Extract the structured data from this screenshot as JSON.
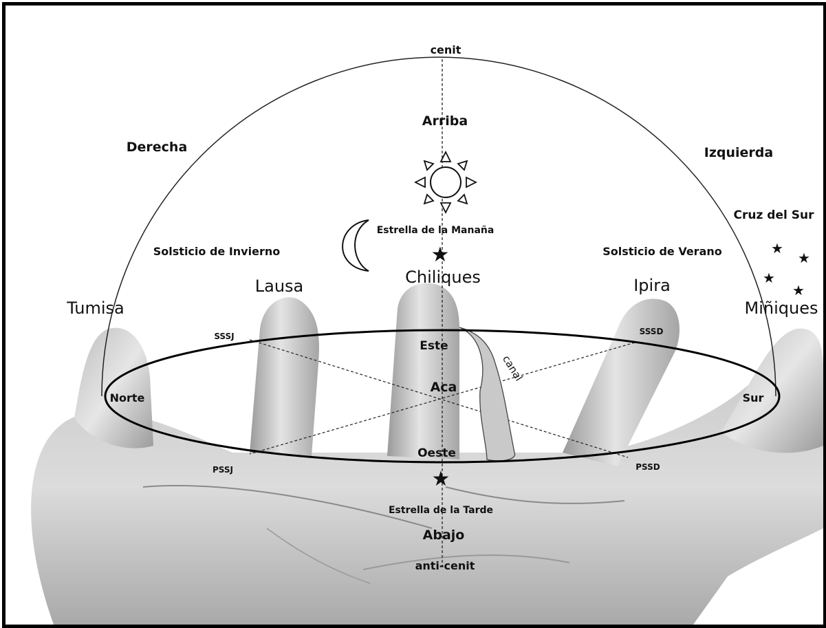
{
  "labels": {
    "cenit": "cenit",
    "arriba": "Arriba",
    "derecha": "Derecha",
    "izquierda": "Izquierda",
    "cruz_del_sur": "Cruz del Sur",
    "estrella_manana": "Estrella de la Manaña",
    "solsticio_invierno": "Solsticio de Invierno",
    "solsticio_verano": "Solsticio de Verano",
    "chiliques": "Chiliques",
    "lausa": "Lausa",
    "ipira": "Ipira",
    "tumisa": "Tumisa",
    "minniques": "Miñiques",
    "sssj": "SSSJ",
    "sssd": "SSSD",
    "este": "Este",
    "canal": "canal",
    "aca": "Aca",
    "norte": "Norte",
    "sur": "Sur",
    "oeste": "Oeste",
    "pssj": "PSSJ",
    "pssd": "PSSD",
    "estrella_tarde": "Estrella de la Tarde",
    "abajo": "Abajo",
    "anti_cenit": "anti-cenit"
  },
  "icons": [
    "sun-icon",
    "crescent-moon-icon",
    "star-icon"
  ],
  "colors": {
    "ink": "#111111",
    "hand_light": "#d9d9d9",
    "hand_dark": "#8a8a8a",
    "canal_fill": "#c9c9c9"
  }
}
